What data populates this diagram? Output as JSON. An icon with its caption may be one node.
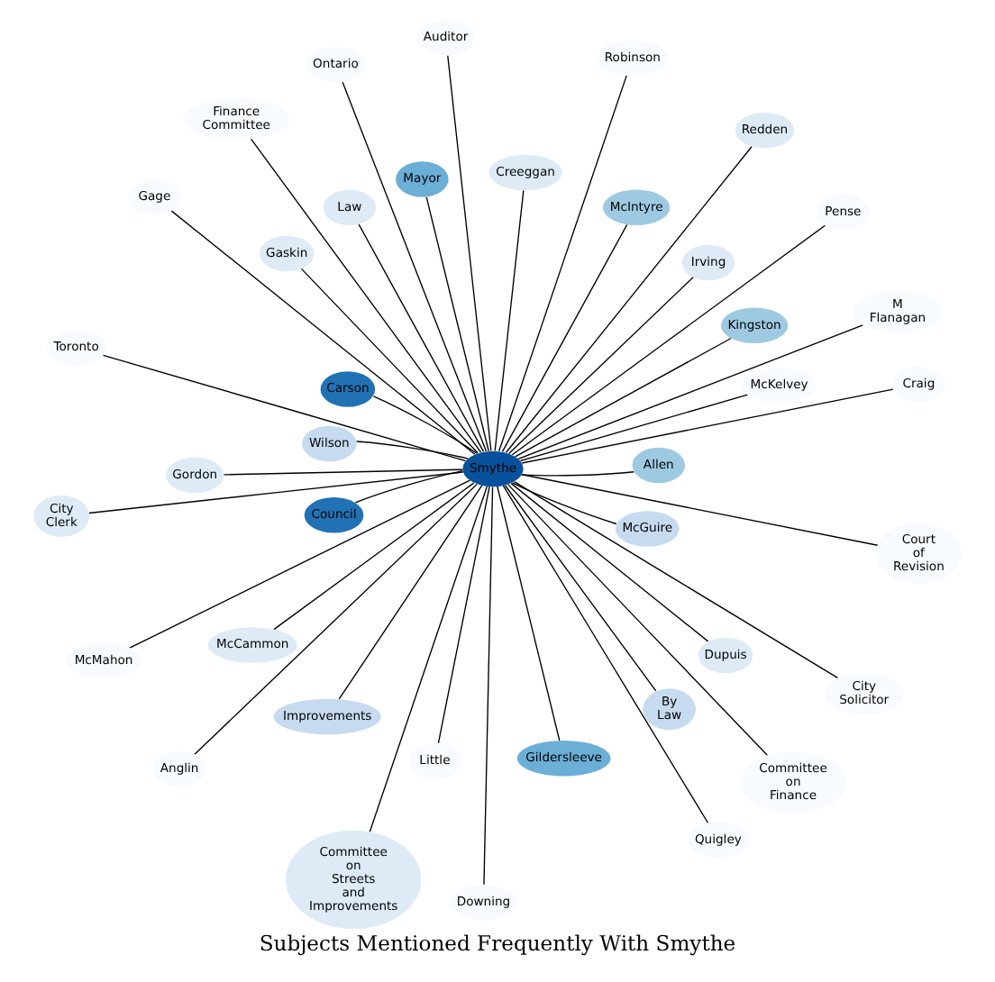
{
  "diagram": {
    "title": "Subjects Mentioned Frequently With Smythe",
    "nodes": [
      {
        "text": [
          "Robinson"
        ]
      },
      {
        "text": [
          "Auditor"
        ]
      },
      {
        "text": [
          "Creeggan"
        ]
      },
      {
        "text": [
          "Pense"
        ]
      },
      {
        "text": [
          "Ontario"
        ]
      },
      {
        "text": [
          "Redden"
        ]
      },
      {
        "text": [
          "Law"
        ]
      },
      {
        "text": [
          "Irving"
        ]
      },
      {
        "text": [
          "M Flanagan"
        ]
      },
      {
        "text": [
          "Finance Committee"
        ]
      },
      {
        "text": [
          "McIntyre"
        ]
      },
      {
        "text": [
          "McKelvey"
        ]
      },
      {
        "text": [
          "Gaskin"
        ]
      },
      {
        "text": [
          "Mayor"
        ]
      },
      {
        "text": [
          "Kingston"
        ]
      },
      {
        "text": [
          "Gage"
        ]
      },
      {
        "text": [
          "Craig"
        ]
      },
      {
        "text": [
          "Allen"
        ]
      },
      {
        "text": [
          "Carson"
        ]
      },
      {
        "text": [
          "Wilson"
        ]
      },
      {
        "text": [
          "Smythe"
        ]
      },
      {
        "text": [
          "Toronto"
        ]
      },
      {
        "text": [
          "Court of Revision"
        ]
      },
      {
        "text": [
          "Council"
        ]
      },
      {
        "text": [
          "McGuire"
        ]
      },
      {
        "text": [
          "Gordon"
        ]
      },
      {
        "text": [
          "Gildersleeve"
        ]
      },
      {
        "text": [
          "City Solicitor"
        ]
      },
      {
        "text": [
          "City Clerk"
        ]
      },
      {
        "text": [
          "By Law"
        ]
      },
      {
        "text": [
          "McCammon"
        ]
      },
      {
        "text": [
          "Improvements"
        ]
      },
      {
        "text": [
          "Dupuis"
        ]
      },
      {
        "text": [
          "Committee on Finance"
        ]
      },
      {
        "text": [
          "McMahon"
        ]
      },
      {
        "text": [
          "Committee on Streets and Improvements"
        ]
      },
      {
        "text": [
          "Quigley"
        ]
      },
      {
        "text": [
          "Anglin"
        ]
      },
      {
        "text": [
          "Downing"
        ]
      },
      {
        "text": [
          "Little"
        ]
      }
    ],
    "edges": [
      {
        "from": 20,
        "to": 0,
        "arrow": "none"
      },
      {
        "from": 20,
        "to": 1,
        "arrow": "none"
      },
      {
        "from": 20,
        "to": 2,
        "arrow": "none"
      },
      {
        "from": 20,
        "to": 3,
        "arrow": "none"
      },
      {
        "from": 20,
        "to": 4,
        "arrow": "none"
      },
      {
        "from": 20,
        "to": 5,
        "arrow": "none"
      },
      {
        "from": 20,
        "to": 6,
        "arrow": "none"
      },
      {
        "from": 20,
        "to": 7,
        "arrow": "none"
      },
      {
        "from": 20,
        "to": 8,
        "arrow": "none"
      },
      {
        "from": 20,
        "to": 9,
        "arrow": "none"
      },
      {
        "from": 20,
        "to": 10,
        "arrow": "none"
      },
      {
        "from": 20,
        "to": 11,
        "arrow": "none"
      },
      {
        "from": 20,
        "to": 12,
        "arrow": "none"
      },
      {
        "from": 20,
        "to": 13,
        "arrow": "none"
      },
      {
        "from": 20,
        "to": 14,
        "arrow": "none"
      },
      {
        "from": 20,
        "to": 15,
        "arrow": "none"
      },
      {
        "from": 20,
        "to": 16,
        "arrow": "none"
      },
      {
        "from": 20,
        "to": 17,
        "arrow": "none"
      },
      {
        "from": 20,
        "to": 18,
        "arrow": "none"
      },
      {
        "from": 20,
        "to": 19,
        "arrow": "none"
      },
      {
        "from": 20,
        "to": 21,
        "arrow": "none"
      },
      {
        "from": 20,
        "to": 22,
        "arrow": "none"
      },
      {
        "from": 20,
        "to": 23,
        "arrow": "none"
      },
      {
        "from": 20,
        "to": 24,
        "arrow": "none"
      },
      {
        "from": 20,
        "to": 25,
        "arrow": "none"
      },
      {
        "from": 20,
        "to": 26,
        "arrow": "none"
      },
      {
        "from": 20,
        "to": 27,
        "arrow": "none"
      },
      {
        "from": 20,
        "to": 28,
        "arrow": "none"
      },
      {
        "from": 20,
        "to": 29,
        "arrow": "none"
      },
      {
        "from": 20,
        "to": 30,
        "arrow": "none"
      },
      {
        "from": 20,
        "to": 31,
        "arrow": "none"
      },
      {
        "from": 20,
        "to": 32,
        "arrow": "none"
      },
      {
        "from": 20,
        "to": 33,
        "arrow": "none"
      },
      {
        "from": 20,
        "to": 34,
        "arrow": "none"
      },
      {
        "from": 20,
        "to": 35,
        "arrow": "none"
      },
      {
        "from": 20,
        "to": 36,
        "arrow": "none"
      },
      {
        "from": 20,
        "to": 37,
        "arrow": "none"
      },
      {
        "from": 20,
        "to": 38,
        "arrow": "none"
      },
      {
        "from": 20,
        "to": 39,
        "arrow": "none"
      }
    ]
  }
}
